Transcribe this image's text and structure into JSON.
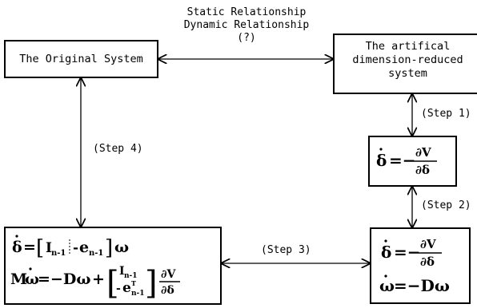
{
  "top_label": {
    "line1": "Static Relationship",
    "line2": "Dynamic Relationship",
    "line3": "(?)"
  },
  "boxes": {
    "original": {
      "label": "The Original System"
    },
    "reduced": {
      "line1": "The artifical",
      "line2": "dimension-reduced",
      "line3": "system"
    }
  },
  "steps": {
    "step1": "(Step 1)",
    "step2": "(Step 2)",
    "step3": "(Step 3)",
    "step4": "(Step 4)"
  },
  "equations": {
    "eq_step1": "δ̇ = −∂V/∂δ",
    "eq_step2_a": "δ̇ = −∂V/∂δ",
    "eq_step2_b": "ω̇ = −Dω",
    "eq_full_a": "δ̇ = [I_{n-1} ¦ −e_{n-1}] ω",
    "eq_full_b": "Mω̇ = −Dω + [I_{n-1} ; −e^T_{n-1}] ∂V/∂δ"
  }
}
